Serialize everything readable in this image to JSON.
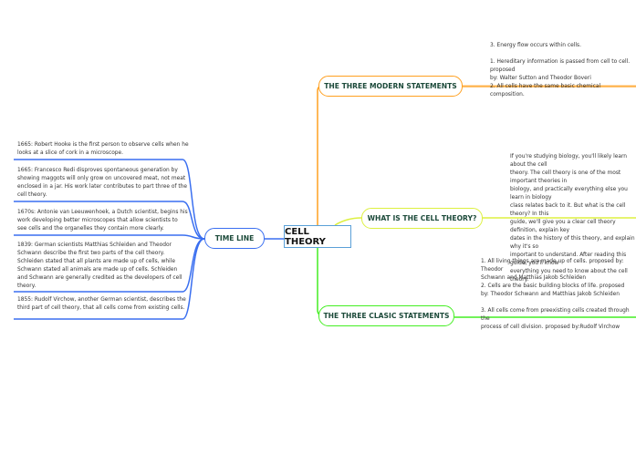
{
  "central": {
    "label": "CELL THEORY"
  },
  "colors": {
    "modern": "#ffa020",
    "what": "#ddf040",
    "clasic": "#44ee22",
    "timeline": "#3a6ff0",
    "central": "#5aa0d8"
  },
  "branches": {
    "modern": {
      "label": "THE THREE MODERN STATEMENTS",
      "text": "3. Energy flow occurs within cells.\n\n1. Hereditary information is passed from cell to cell. proposed\nby: Walter Sutton and Theodor Boveri\n2. All cells have the same basic chemical composition."
    },
    "what": {
      "label": "WHAT IS THE CELL THEORY?",
      "text": "If you're studying biology, you'll likely learn about the cell\ntheory. The cell theory is one of the most important theories in\nbiology, and practically everything else you learn in biology\nclass relates back to it. But what is the cell theory? In this\nguide, we'll give you a clear cell theory definition, explain key\ndates in the history of this theory, and explain why it's so\nimportant to understand. After reading this guide, you'll know\neverything you need to know about the cell theory."
    },
    "clasic": {
      "label": "THE THREE CLASIC STATEMENTS",
      "text": "1. All living things are made up of cells. proposed by: Theodor\nSchwann and Matthias Jakob Schleiden\n2. Cells are the basic building blocks of life. proposed\nby: Theodor Schwann and Matthias Jakob Schleiden\n\n3. All cells come from preexisting cells created through the\nprocess of cell division. proposed by:Rudolf Virchow"
    },
    "timeline": {
      "label": "TIME LINE",
      "items": [
        "1665: Robert Hooke is the first person to observe cells when he\nlooks at a slice of cork in a microscope.",
        "1665: Francesco Redi disproves spontaneous generation by\nshowing maggots will only grow on uncovered meat, not meat\nenclosed in a jar. His work later contributes to part three of the\ncell theory.",
        "1670s: Antonie van Leeuwenhoek, a Dutch scientist, begins his\nwork developing better microscopes that allow scientists to\nsee cells and the organelles they contain more clearly.",
        "1839: German scientists Matthias Schleiden and Theodor\nSchwann describe the first two parts of the cell theory.\nSchleiden stated that all plants are made up of cells, while\nSchwann stated all animals are made up of cells. Schleiden\nand Schwann are generally credited as the developers of cell\ntheory.",
        "1855: Rudolf Virchow, another German scientist, describes the\nthird part of cell theory, that all cells come from existing cells."
      ]
    }
  }
}
